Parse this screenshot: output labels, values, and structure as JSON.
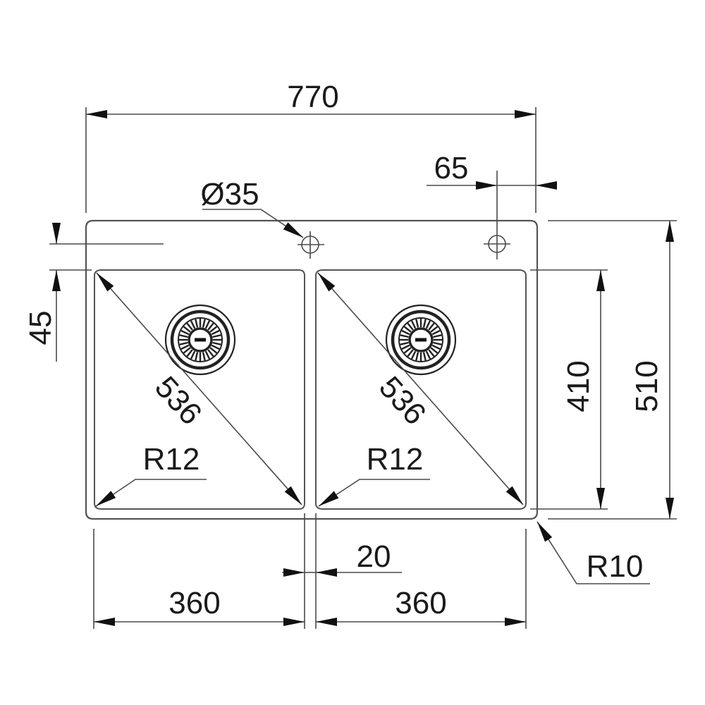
{
  "drawing": {
    "title": "Double bowl sink technical drawing",
    "units": "mm",
    "colors": {
      "line": "#3a3a3a",
      "text": "#1a1a1a",
      "background": "#ffffff"
    }
  },
  "dimensions": {
    "overall_width": "770",
    "overall_depth": "510",
    "bowl_depth": "410",
    "bowl_left_width": "360",
    "bowl_right_width": "360",
    "divider_width": "20",
    "back_ledge": "45",
    "tap_hole_diameter": "Ø35",
    "tap_hole_offset": "65",
    "bowl_left_diagonal": "536",
    "bowl_right_diagonal": "536",
    "bowl_left_radius": "R12",
    "bowl_right_radius": "R12",
    "outer_radius": "R10"
  },
  "features": {
    "tap_holes": [
      "tap-hole-left",
      "tap-hole-right"
    ],
    "drains": [
      "drain-left",
      "drain-right"
    ]
  }
}
